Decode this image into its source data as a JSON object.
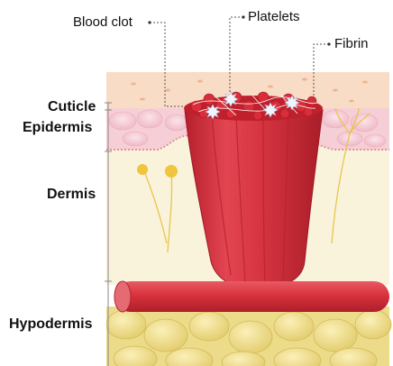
{
  "annotations": {
    "blood_clot": "Blood clot",
    "platelets": "Platelets",
    "fibrin": "Fibrin"
  },
  "layers": {
    "cuticle": "Cuticle",
    "epidermis": "Epidermis",
    "dermis": "Dermis",
    "hypodermis": "Hypodermis"
  },
  "colors": {
    "cuticle": "#f8dcc6",
    "epidermis": "#f6cfd6",
    "dermis": "#faf3dc",
    "hypodermis": "#ecdc8a",
    "vessel": "#d8323c",
    "nerve": "#e6c64a"
  }
}
